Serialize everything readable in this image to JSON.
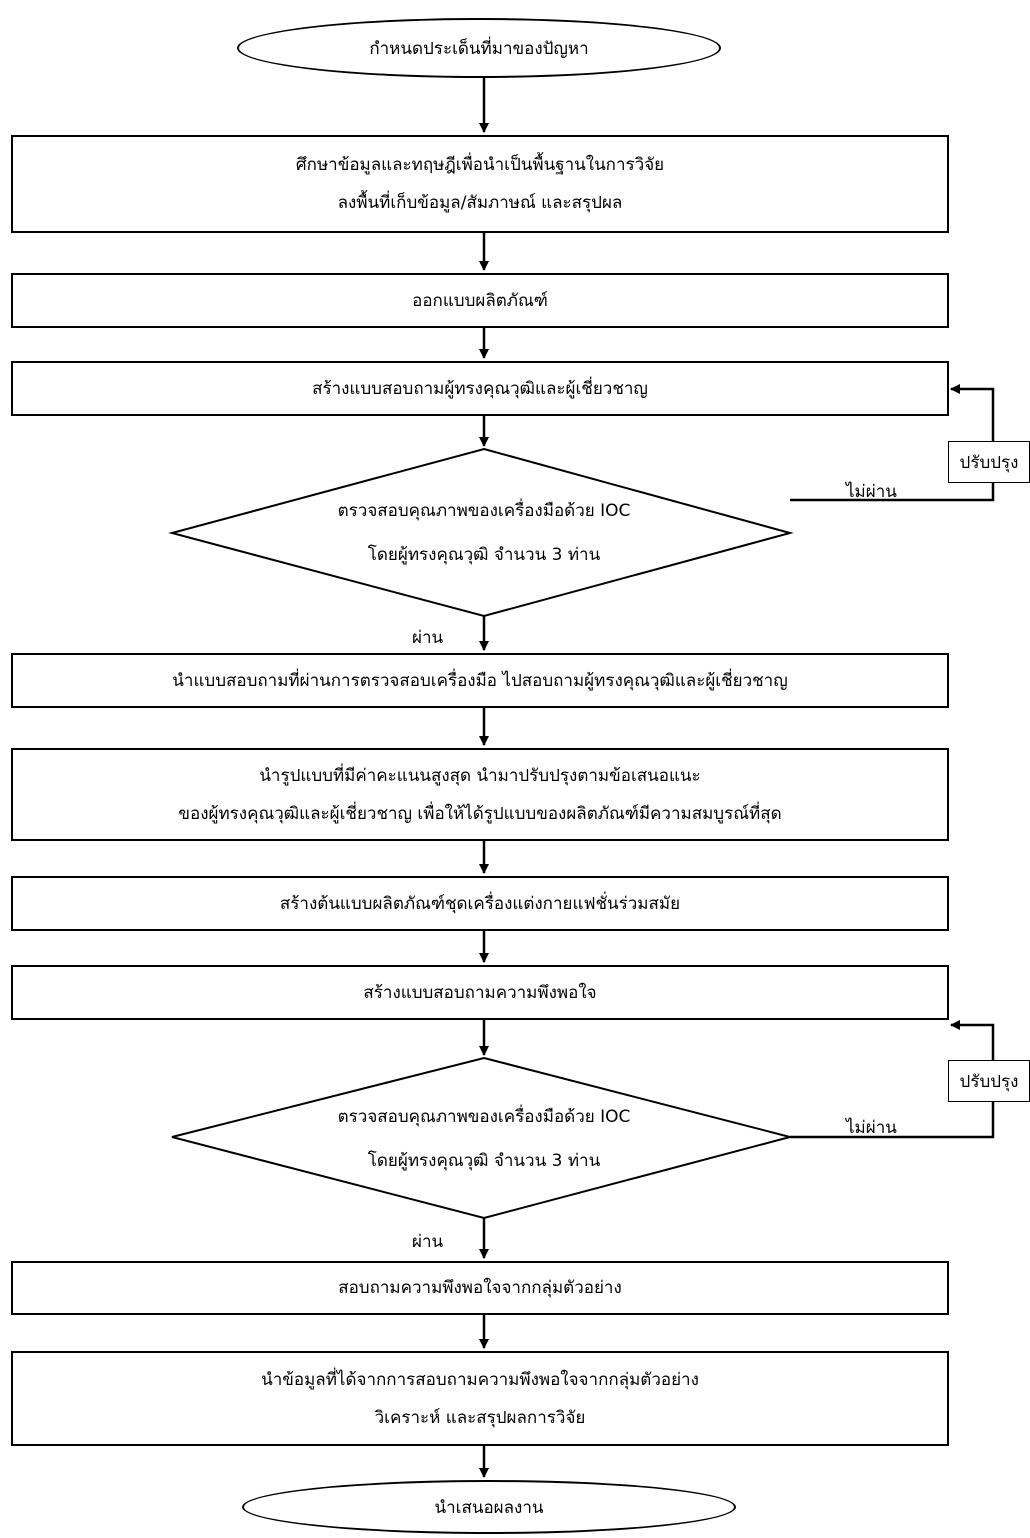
{
  "start": "กำหนดประเด็นที่มาของปัญหา",
  "steps": {
    "study": [
      "ศึกษาข้อมูลและทฤษฎีเพื่อนำเป็นพื้นฐานในการวิจัย",
      "ลงพื้นที่เก็บข้อมูล/สัมภาษณ์ และสรุปผล"
    ],
    "design": "ออกแบบผลิตภัณฑ์",
    "questionnaire1": "สร้างแบบสอบถามผู้ทรงคุณวุฒิและผู้เชี่ยวชาญ",
    "apply": "นำแบบสอบถามที่ผ่านการตรวจสอบเครื่องมือ ไปสอบถามผู้ทรงคุณวุฒิและผู้เชี่ยวชาญ",
    "improve": [
      "นำรูปแบบที่มีค่าคะแนนสูงสุด นำมาปรับปรุงตามข้อเสนอแนะ",
      "ของผู้ทรงคุณวุฒิและผู้เชี่ยวชาญ เพื่อให้ได้รูปแบบของผลิตภัณฑ์มีความสมบูรณ์ที่สุด"
    ],
    "prototype": "สร้างต้นแบบผลิตภัณฑ์ชุดเครื่องแต่งกายแฟชั่นร่วมสมัย",
    "questionnaire2": "สร้างแบบสอบถามความพึงพอใจ",
    "survey": "สอบถามความพึงพอใจจากกลุ่มตัวอย่าง",
    "analyze": [
      "นำข้อมูลที่ได้จากการสอบถามความพึงพอใจจากกลุ่มตัวอย่าง",
      "วิเคราะห์ และสรุปผลการวิจัย"
    ]
  },
  "decision1": {
    "lines": [
      "ตรวจสอบคุณภาพของเครื่องมือด้วย IOC",
      "โดยผู้ทรงคุณวุฒิ จำนวน 3 ท่าน"
    ],
    "pass": "ผ่าน",
    "fail": "ไม่ผ่าน",
    "revise": "ปรับปรุง"
  },
  "decision2": {
    "lines": [
      "ตรวจสอบคุณภาพของเครื่องมือด้วย IOC",
      "โดยผู้ทรงคุณวุฒิ จำนวน 3 ท่าน"
    ],
    "pass": "ผ่าน",
    "fail": "ไม่ผ่าน",
    "revise": "ปรับปรุง"
  },
  "end": "นำเสนอผลงาน"
}
